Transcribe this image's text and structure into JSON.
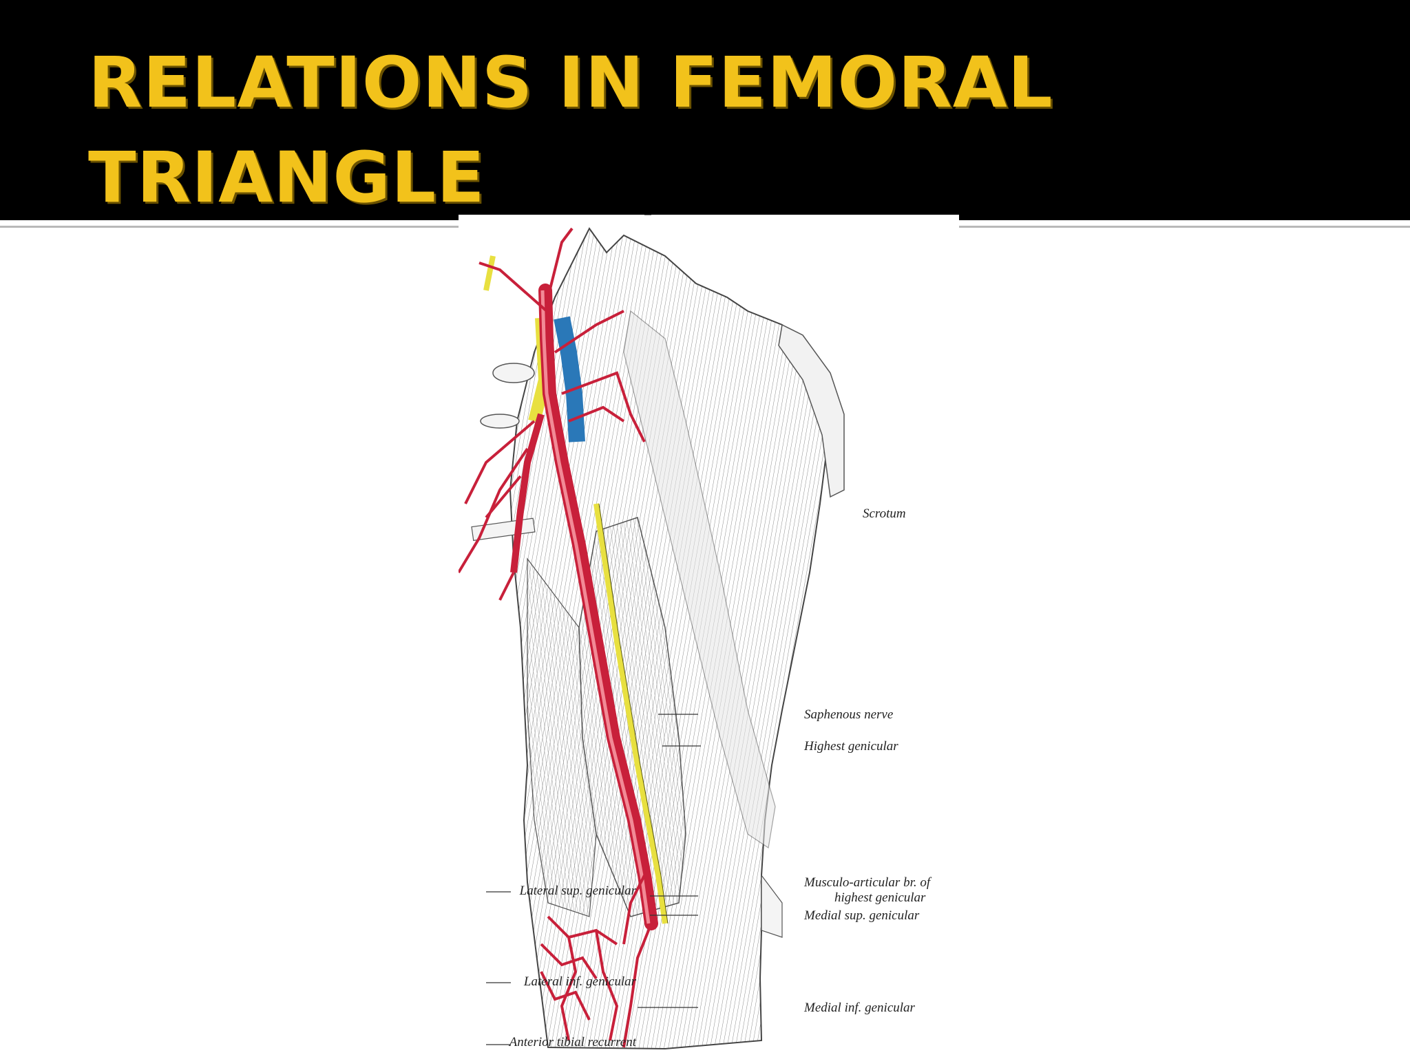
{
  "slide": {
    "title_line1": "RELATIONS IN FEMORAL",
    "title_line2": "TRIANGLE",
    "title_color": "#f2c21b",
    "header_background": "#000000"
  },
  "figure": {
    "labels": {
      "scrotum": "Scrotum",
      "saphenous_nerve": "Saphenous nerve",
      "highest_genicular": "Highest genicular",
      "musculo_articular_1": "Musculo-articular br. of",
      "musculo_articular_2": "highest genicular",
      "medial_sup_genicular": "Medial sup. genicular",
      "lateral_sup_genicular": "Lateral sup. genicular",
      "lateral_inf_genicular": "Lateral inf. genicular",
      "medial_inf_genicular": "Medial inf. genicular",
      "anterior_tibial_recurrent": "Anterior tibial recurrent"
    },
    "colors": {
      "artery": "#c8203a",
      "vein": "#2a78b8",
      "nerve": "#e8e040"
    }
  }
}
